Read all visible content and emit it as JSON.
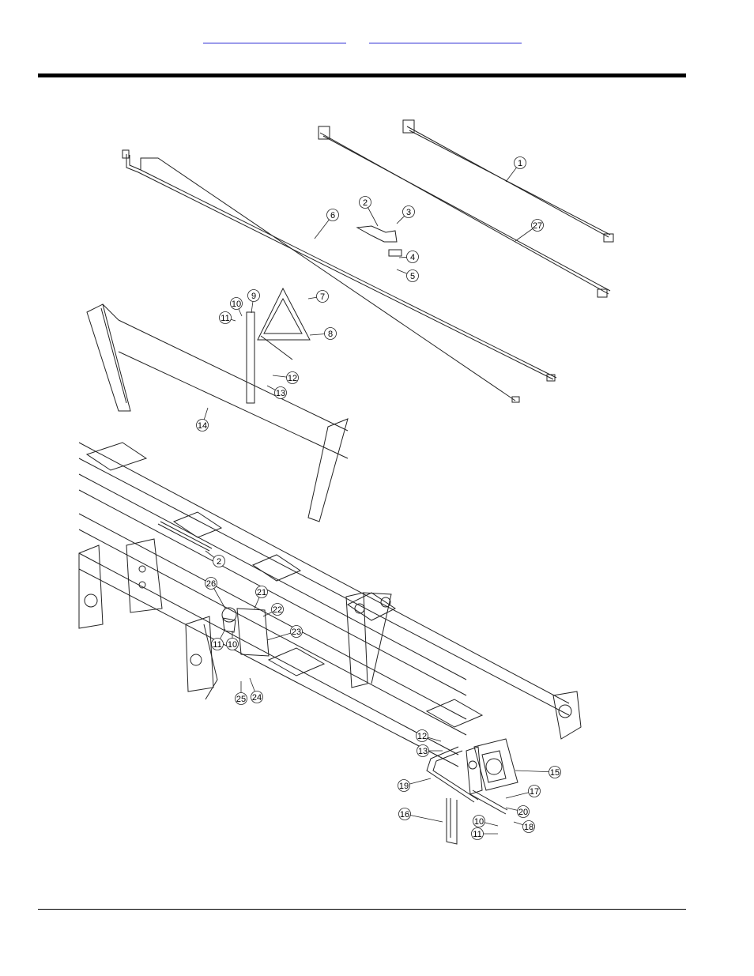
{
  "header": {
    "links": [
      {
        "label": ""
      },
      {
        "label": ""
      }
    ]
  },
  "diagram": {
    "callouts": [
      "1",
      "2",
      "3",
      "6",
      "27",
      "4",
      "5",
      "7",
      "8",
      "9",
      "10",
      "11",
      "12",
      "13",
      "14",
      "2",
      "26",
      "21",
      "22",
      "23",
      "11",
      "10",
      "25",
      "24",
      "12",
      "13",
      "15",
      "19",
      "17",
      "20",
      "16",
      "18",
      "10",
      "11"
    ]
  }
}
